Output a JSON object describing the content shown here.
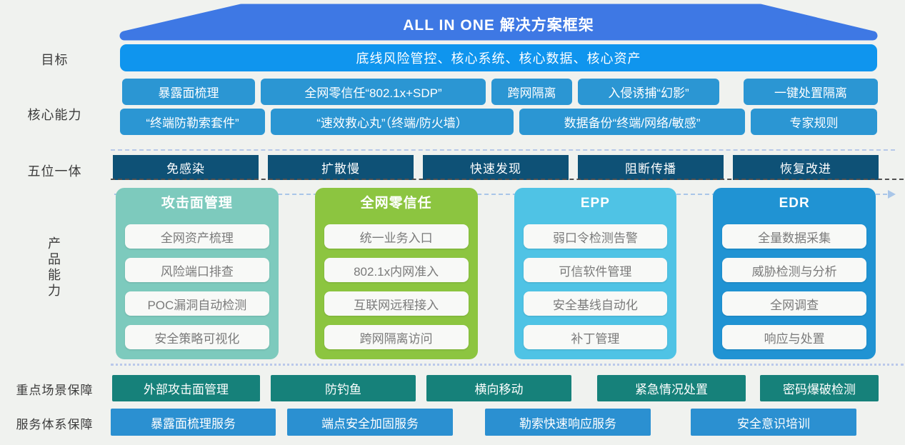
{
  "banner": {
    "title": "ALL IN ONE 解决方案框架"
  },
  "labels": {
    "goal": "目标",
    "core": "核心能力",
    "five": "五位一体",
    "products": "产品能力",
    "scenarios": "重点场景保障",
    "services": "服务体系保障"
  },
  "goal": {
    "value": "底线风险管控、核心系统、核心数据、核心资产"
  },
  "core": {
    "row1": [
      "暴露面梳理",
      "全网零信任“802.1x+SDP”",
      "跨网隔离",
      "入侵诱捕“幻影”",
      "一键处置隔离"
    ],
    "row2": [
      "“终端防勒索套件”",
      "“速效救心丸”（终端/防火墙）",
      "数据备份“终端/网络/敏感”",
      "专家规则"
    ]
  },
  "five": {
    "items": [
      "免感染",
      "扩散慢",
      "快速发现",
      "阻断传播",
      "恢复改进"
    ]
  },
  "products": {
    "columns": [
      {
        "title": "攻击面管理",
        "color": "#7dcabd",
        "items": [
          "全网资产梳理",
          "风险端口排查",
          "POC漏洞自动检测",
          "安全策略可视化"
        ]
      },
      {
        "title": "全网零信任",
        "color": "#8cc540",
        "items": [
          "统一业务入口",
          "802.1x内网准入",
          "互联网远程接入",
          "跨网隔离访问"
        ]
      },
      {
        "title": "EPP",
        "color": "#4fc3e5",
        "items": [
          "弱口令检测告警",
          "可信软件管理",
          "安全基线自动化",
          "补丁管理"
        ]
      },
      {
        "title": "EDR",
        "color": "#2093d3",
        "items": [
          "全量数据采集",
          "威胁检测与分析",
          "全网调查",
          "响应与处置"
        ]
      }
    ]
  },
  "scenarios": {
    "items": [
      "外部攻击面管理",
      "防钓鱼",
      "横向移动",
      "紧急情况处置",
      "密码爆破检测"
    ]
  },
  "services": {
    "items": [
      "暴露面梳理服务",
      "端点安全加固服务",
      "勒索快速响应服务",
      "安全意识培训"
    ]
  },
  "colors": {
    "background": "#f0f2ef",
    "banner_blue": "#3e78e4",
    "goal_bar_blue": "#0f95ee",
    "capability_blue": "#2b96d3",
    "five_navy": "#0e5176",
    "scenario_teal": "#16817a",
    "service_blue": "#2b90d1",
    "item_text_gray": "#7a7a7a",
    "dash_light": "#b6c8e8",
    "dash_dark": "#4f4f4f"
  }
}
